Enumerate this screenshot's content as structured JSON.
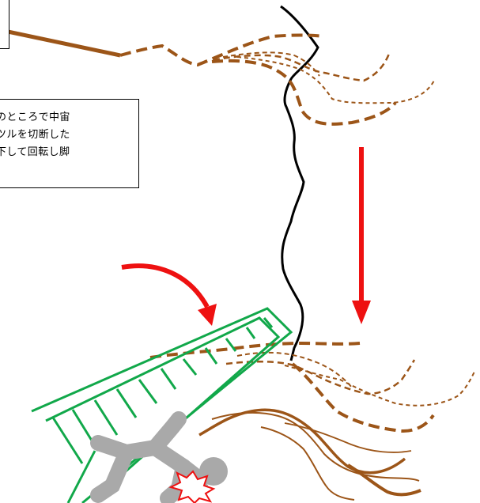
{
  "caption": {
    "lines": [
      "のところで中宙",
      "ツルを切断した",
      "下して回転し脚"
    ]
  },
  "colors": {
    "vine": "#9c5518",
    "trunk": "#000000",
    "arrow": "#ee1111",
    "ladder": "#11a84a",
    "person": "#a9a9a9",
    "impact": "#ee1111",
    "box_border": "#000000"
  },
  "icons": {
    "fall_arrow": "down-arrow-icon",
    "tilt_arrow": "curved-arrow-icon",
    "impact": "impact-burst-icon",
    "person": "fallen-person-icon",
    "ladder": "ladder-icon"
  }
}
